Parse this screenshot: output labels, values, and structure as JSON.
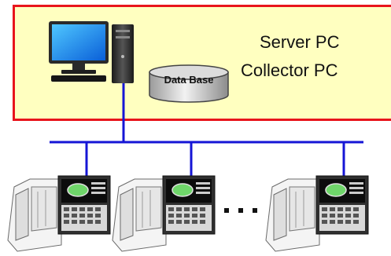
{
  "server_box": {
    "line1": "Server PC",
    "line2": "Collector PC",
    "fill": "#ffffc0",
    "border": "#e8141c"
  },
  "database": {
    "label": "Data Base"
  },
  "network": {
    "color": "#1515d6",
    "ellipsis": "· · ·"
  },
  "icons": [
    "desktop-computer-icon",
    "database-cylinder-icon",
    "cnc-machine-icon"
  ],
  "machines": [
    {
      "name": "cnc-machine-1"
    },
    {
      "name": "cnc-machine-2"
    },
    {
      "name": "cnc-machine-3"
    }
  ]
}
